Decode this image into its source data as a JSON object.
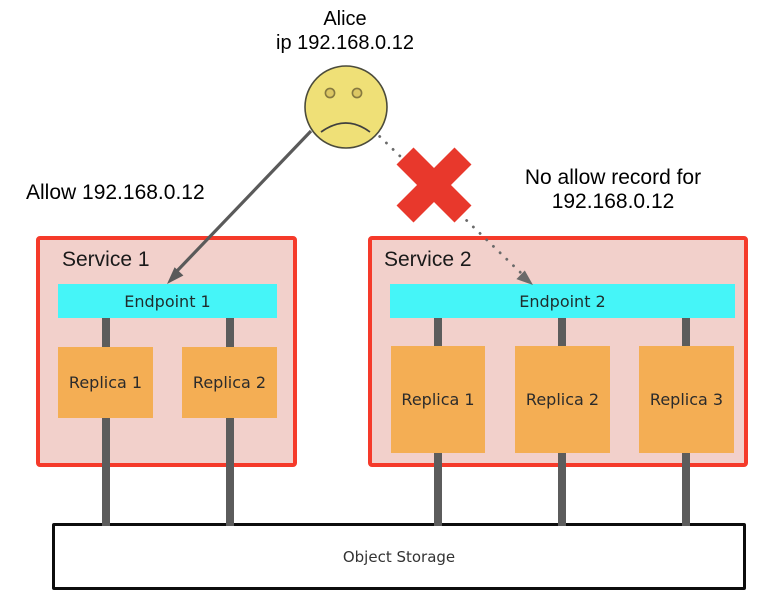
{
  "actor": {
    "name": "Alice",
    "ip_line": "ip 192.168.0.12"
  },
  "annotations": {
    "allow_label": "Allow 192.168.0.12",
    "deny_line1": "No allow record for",
    "deny_line2": "192.168.0.12"
  },
  "services": [
    {
      "title": "Service 1",
      "endpoint": "Endpoint 1",
      "replicas": [
        "Replica 1",
        "Replica 2"
      ]
    },
    {
      "title": "Service 2",
      "endpoint": "Endpoint 2",
      "replicas": [
        "Replica 1",
        "Replica 2",
        "Replica 3"
      ]
    }
  ],
  "storage": {
    "label": "Object Storage"
  },
  "icons": {
    "face": "sad-face-icon",
    "cross": "red-x-deny-icon",
    "allow_arrow": "solid-arrow",
    "deny_arrow": "dotted-arrow"
  },
  "colors": {
    "service_fill": "#f2d0cb",
    "service_border": "#f53a2a",
    "endpoint_fill": "#45f5f8",
    "replica_fill": "#f4ae54",
    "face_fill": "#efe077",
    "cross_red": "#e8382c",
    "connector_gray": "#5c5c5c",
    "storage_border": "#0d0d0d"
  }
}
